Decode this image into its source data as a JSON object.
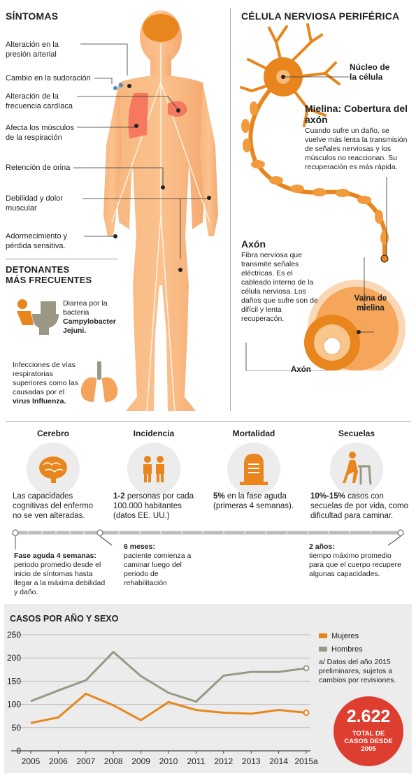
{
  "symptoms": {
    "title": "SÍNTOMAS",
    "items": [
      "Alteración en la presión arterial",
      "Cambio en la sudoración",
      "Alteración de la frecuencia cardíaca",
      "Afecta los músculos de la respiración",
      "Retención de orina",
      "Debilidad y dolor muscular",
      "Adormecimiento y pérdida sensitiva."
    ]
  },
  "triggers": {
    "title_line1": "DETONANTES",
    "title_line2": "MÁS FRECUENTES",
    "item1_text": "Diarrea por la bacteria",
    "item1_bold": "Campylobacter Jejuni.",
    "item2_text": "Infecciones de vías respiratorias superiores como las causadas por el",
    "item2_bold": "virus Influenza."
  },
  "neuron": {
    "title": "CÉLULA NERVIOSA PERIFÉRICA",
    "nucleus_label": "Núcleo de la célula",
    "myelin_title": "Mielina: Cobertura del axón",
    "myelin_text": "Cuando sufre un daño, se vuelve más lenta la transmisión de señales nerviosas y los músculos no reaccionan. Su recuperación es más rápida.",
    "axon_title": "Axón",
    "axon_text": "Fibra nerviosa que transmite señales eléctricas. Es el cableado interno de la célula nerviosa. Los daños que sufre son de difícil y lenta recuperacón.",
    "sheath_label": "Vaina de mielina",
    "axon_label": "Axón"
  },
  "stats": [
    {
      "title": "Cerebro",
      "bold": "",
      "text": "Las capacidades cognitivas del enfermo no se ven alteradas.",
      "icon": "brain-icon"
    },
    {
      "title": "Incidencia",
      "bold": "1-2",
      "text": " personas por cada 100.000 habitantes (datos EE. UU.)",
      "icon": "people-icon"
    },
    {
      "title": "Mortalidad",
      "bold": "5%",
      "text": " en la fase aguda (primeras 4 semanas).",
      "icon": "tombstone-icon"
    },
    {
      "title": "Secuelas",
      "bold": "10%-15%",
      "text": " casos con secuelas de por vida, como dificultad para caminar.",
      "icon": "walker-icon"
    }
  ],
  "timeline": [
    {
      "title": "Fase aguda 4 semanas:",
      "text": "periodo promedio desde el inicio de síntomas hasta llegar a la máxima debilidad y daño."
    },
    {
      "title": "6 meses:",
      "text": "paciente comienza a caminar luego del periodo de rehabilitación"
    },
    {
      "title": "2 años:",
      "text": "tiempo máximo promedio para que el cuerpo recupere algunas capacidades."
    }
  ],
  "chart_data": {
    "type": "line",
    "title": "CASOS POR AÑO Y SEXO",
    "categories": [
      "2005",
      "2006",
      "2007",
      "2008",
      "2009",
      "2010",
      "2011",
      "2012",
      "2013",
      "2014",
      "2015a"
    ],
    "series": [
      {
        "name": "Mujeres",
        "color": "#e8851c",
        "values": [
          60,
          72,
          123,
          98,
          66,
          105,
          88,
          82,
          80,
          88,
          82
        ]
      },
      {
        "name": "Hombres",
        "color": "#9a9884",
        "values": [
          107,
          130,
          152,
          213,
          161,
          125,
          106,
          162,
          170,
          170,
          178
        ]
      }
    ],
    "yticks": [
      0,
      50,
      100,
      150,
      200,
      250
    ],
    "ylim": [
      0,
      250
    ],
    "grid": true,
    "legend": "top-right",
    "note": "a/ Datos del año 2015 preliminares, sujetos a cambios por revisiones."
  },
  "total": {
    "value": "2.622",
    "label": "TOTAL DE CASOS DESDE 2005"
  }
}
